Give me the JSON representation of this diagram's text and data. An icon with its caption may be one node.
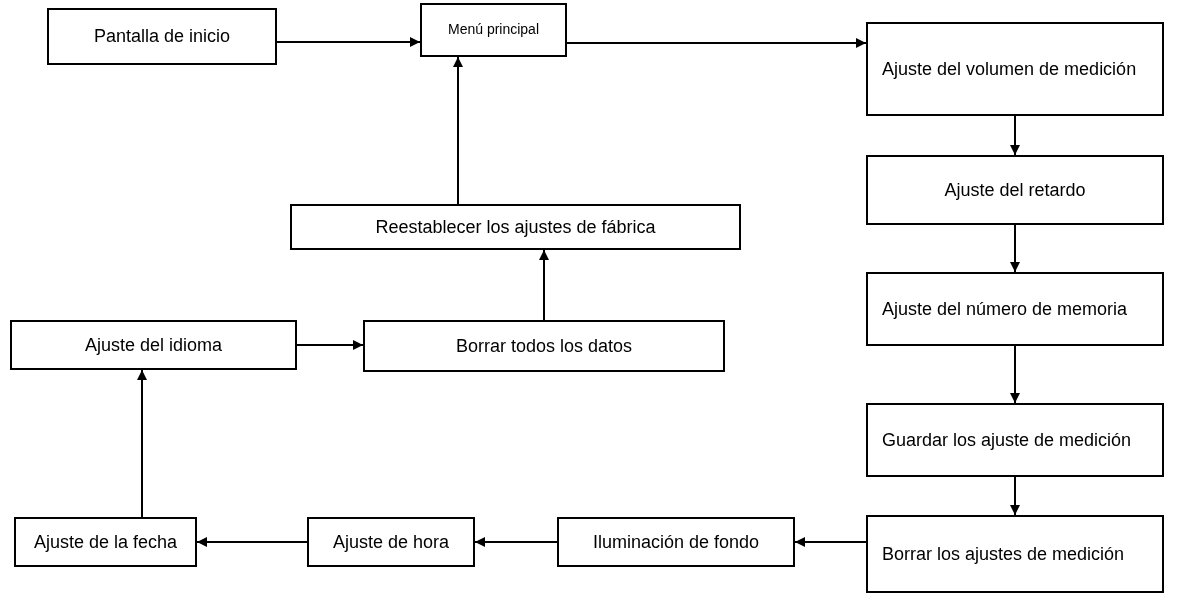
{
  "diagram": {
    "nodes": [
      {
        "text": [
          "Pantalla de inicio"
        ]
      },
      {
        "text": [
          "Menú principal"
        ]
      },
      {
        "text": [
          "Ajuste del volumen de medición"
        ]
      },
      {
        "text": [
          "Ajuste del retardo"
        ]
      },
      {
        "text": [
          "Ajuste del número de memoria"
        ]
      },
      {
        "text": [
          "Guardar los ajuste de medición"
        ]
      },
      {
        "text": [
          "Borrar los ajustes de medición"
        ]
      },
      {
        "text": [
          "Iluminación de fondo"
        ]
      },
      {
        "text": [
          "Ajuste de hora"
        ]
      },
      {
        "text": [
          "Ajuste de la fecha"
        ]
      },
      {
        "text": [
          "Ajuste del idioma"
        ]
      },
      {
        "text": [
          "Borrar todos los datos"
        ]
      },
      {
        "text": [
          "Reestablecer los ajustes de fábrica"
        ]
      }
    ],
    "edges": [
      {
        "from": 0,
        "to": 1,
        "arrow": "to"
      },
      {
        "from": 1,
        "to": 2,
        "arrow": "to"
      },
      {
        "from": 2,
        "to": 3,
        "arrow": "to"
      },
      {
        "from": 3,
        "to": 4,
        "arrow": "to"
      },
      {
        "from": 4,
        "to": 5,
        "arrow": "to"
      },
      {
        "from": 5,
        "to": 6,
        "arrow": "to"
      },
      {
        "from": 6,
        "to": 7,
        "arrow": "to"
      },
      {
        "from": 7,
        "to": 8,
        "arrow": "to"
      },
      {
        "from": 8,
        "to": 9,
        "arrow": "to"
      },
      {
        "from": 9,
        "to": 10,
        "arrow": "to"
      },
      {
        "from": 10,
        "to": 11,
        "arrow": "to"
      },
      {
        "from": 11,
        "to": 12,
        "arrow": "to"
      },
      {
        "from": 12,
        "to": 1,
        "arrow": "to"
      }
    ]
  }
}
